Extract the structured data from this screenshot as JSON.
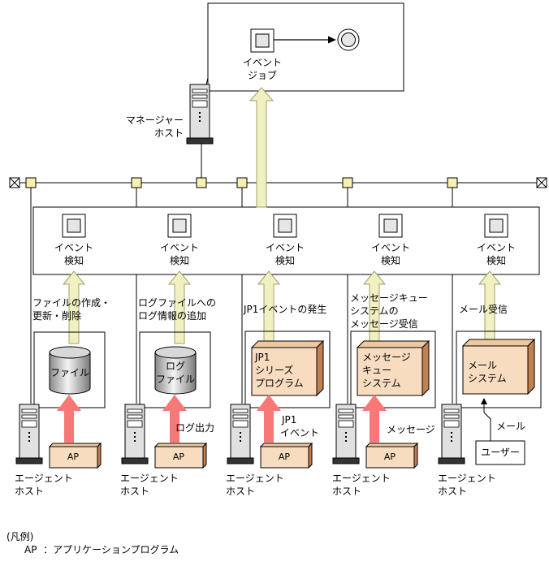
{
  "manager": {
    "event_job_label": [
      "イベント",
      "ジョブ"
    ],
    "host_label": [
      "マネージャー",
      "ホスト"
    ]
  },
  "detectors": [
    {
      "label": [
        "イベント",
        "検知"
      ],
      "source": [
        "ファイルの作成・",
        "更新・削除"
      ]
    },
    {
      "label": [
        "イベント",
        "検知"
      ],
      "source": [
        "ログファイルへの",
        "ログ情報の追加"
      ]
    },
    {
      "label": [
        "イベント",
        "検知"
      ],
      "source": [
        "JP1イベントの発生"
      ]
    },
    {
      "label": [
        "イベント",
        "検知"
      ],
      "source": [
        "メッセージキュー",
        "システムの",
        "メッセージ受信"
      ]
    },
    {
      "label": [
        "イベント",
        "検知"
      ],
      "source": [
        "メール受信"
      ]
    }
  ],
  "resources": [
    {
      "kind": "cylinder",
      "lines": [
        "ファイル"
      ]
    },
    {
      "kind": "cylinder",
      "lines": [
        "ログ",
        "ファイル"
      ]
    },
    {
      "kind": "program",
      "lines": [
        "JP1",
        "シリーズ",
        "プログラム"
      ]
    },
    {
      "kind": "program",
      "lines": [
        "メッセージ",
        "キュー",
        "システム"
      ]
    },
    {
      "kind": "program",
      "lines": [
        "メール",
        "システム"
      ]
    }
  ],
  "ap_label": "AP",
  "flow_labels": {
    "log_output": "ログ出力",
    "jp1_event": [
      "JP1",
      "イベント"
    ],
    "message": "メッセージ",
    "mail": "メール"
  },
  "user_label": "ユーザー",
  "agent_host_label": [
    "エージェント",
    "ホスト"
  ],
  "legend": {
    "title": "(凡例)",
    "entry": "AP  ：アプリケーションプログラム"
  },
  "colors": {
    "event_arrow": "#f0f0c0",
    "event_arrow_stroke": "#a0a070",
    "data_arrow": "#f87878",
    "program_fill": "#f8dcc0",
    "node_square": "#f8f0b0",
    "host_body": "#e0e0e0"
  }
}
